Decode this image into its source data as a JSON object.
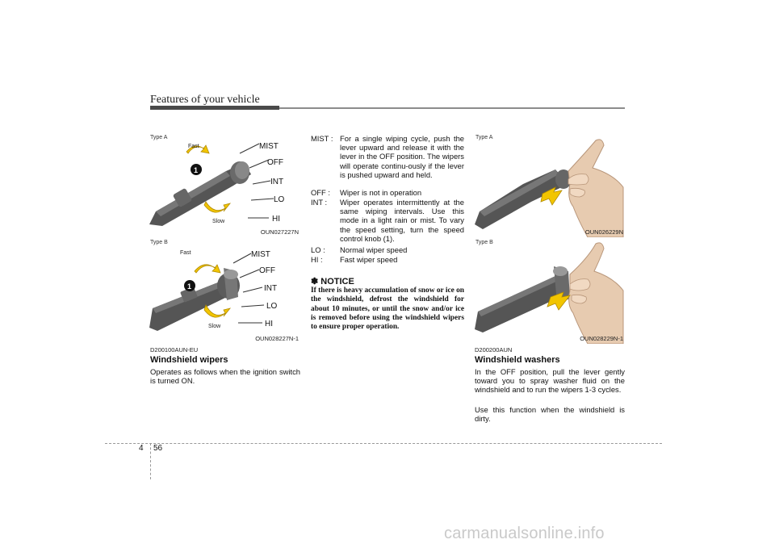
{
  "header": {
    "title": "Features of your vehicle"
  },
  "figures": {
    "wiper_a": {
      "type_label": "Type A",
      "code": "OUN027227N",
      "labels": {
        "fast": "Fast",
        "slow": "Slow",
        "mist": "MIST",
        "off": "OFF",
        "int": "INT",
        "lo": "LO",
        "hi": "HI"
      },
      "knob_number": "1"
    },
    "wiper_b": {
      "type_label": "Type B",
      "code": "OUN028227N-1",
      "labels": {
        "fast": "Fast",
        "slow": "Slow",
        "mist": "MIST",
        "off": "OFF",
        "int": "INT",
        "lo": "LO",
        "hi": "HI"
      },
      "knob_number": "1"
    },
    "washer_a": {
      "type_label": "Type A",
      "code": "OUN026229N"
    },
    "washer_b": {
      "type_label": "Type B",
      "code": "OUN028229N-1"
    }
  },
  "wipers": {
    "code": "D200100AUN-EU",
    "title": "Windshield wipers",
    "intro": "Operates as follows when the ignition switch is turned ON."
  },
  "modes": [
    {
      "term": "MIST :",
      "desc": "For a single wiping cycle, push the lever upward and release it with the lever in the OFF position. The wipers will operate continu-ously if the lever is pushed upward and held."
    },
    {
      "term": "OFF :",
      "desc": "Wiper is not in operation"
    },
    {
      "term": "INT :",
      "desc": "Wiper operates intermittently at the same wiping intervals. Use this mode in a light rain or mist. To vary the speed setting, turn the speed control knob (1)."
    },
    {
      "term": "LO :",
      "desc": "Normal wiper speed"
    },
    {
      "term": "HI :",
      "desc": "Fast wiper speed"
    }
  ],
  "notice": {
    "title": "✽ NOTICE",
    "text": "If there is heavy accumulation of snow or ice on the windshield, defrost the windshield for about 10 minutes, or until the snow and/or ice is removed before using the windshield wipers to ensure proper operation."
  },
  "washers": {
    "code": "D200200AUN",
    "title": "Windshield washers",
    "para1": "In the OFF position, pull the lever gently toward you to spray washer fluid on the windshield and to run the wipers 1-3 cycles.",
    "para2": "Use this function when the windshield is dirty."
  },
  "footer": {
    "section": "4",
    "page": "56"
  },
  "watermark": "carmanualsonline.info"
}
